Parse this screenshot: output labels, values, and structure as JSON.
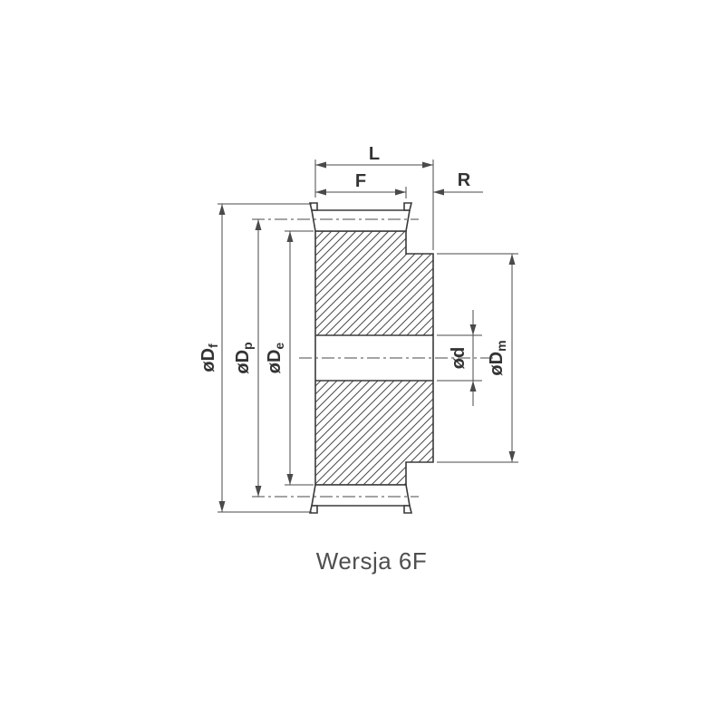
{
  "caption": "Wersja 6F",
  "dims": {
    "L": "L",
    "F": "F",
    "R": "R",
    "Df": {
      "main": "øD",
      "sub": "f"
    },
    "Dp": {
      "main": "øD",
      "sub": "p"
    },
    "De": {
      "main": "øD",
      "sub": "e"
    },
    "d": {
      "main": "ød",
      "sub": ""
    },
    "Dm": {
      "main": "øD",
      "sub": "m"
    }
  },
  "colors": {
    "outline": "#3a3a3a",
    "dimension": "#4a4a4a",
    "label": "#333333",
    "caption": "#4f4f4f",
    "background": "#ffffff"
  }
}
